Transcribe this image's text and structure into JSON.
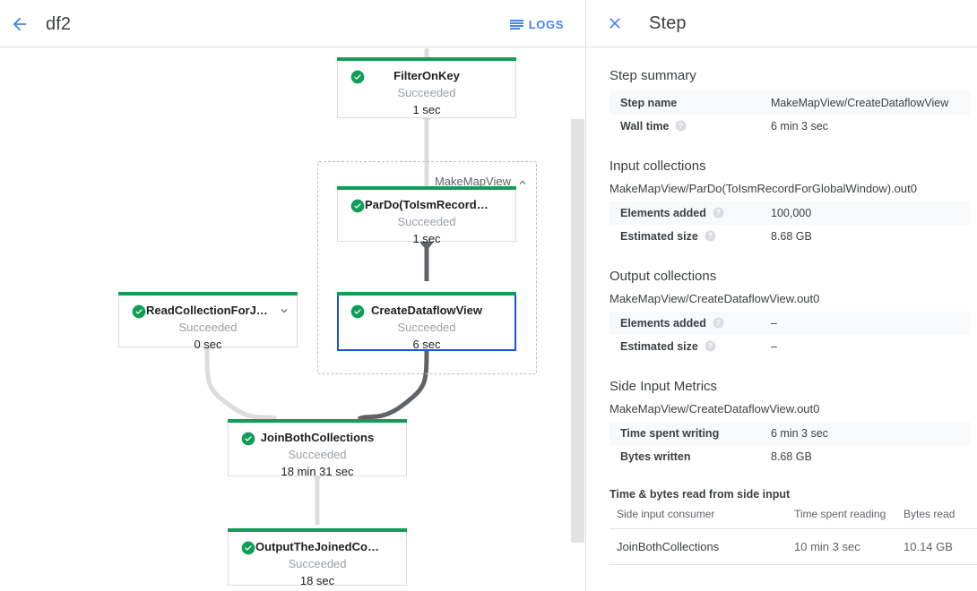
{
  "left": {
    "back_icon": "arrow-left-icon",
    "job_name": "df2",
    "logs_icon": "logs-list-icon",
    "logs_label": "LOGS",
    "composite": {
      "label": "MakeMapView",
      "chevron_icon": "chevron-up-icon"
    },
    "nodes": [
      {
        "id": "filter-on-key",
        "name": "FilterOnKey",
        "status": "Succeeded",
        "time": "1 sec",
        "status_icon": "check-circle-icon",
        "selected": false,
        "has_chevron": false
      },
      {
        "id": "pardo-to-ism-record",
        "name": "ParDo(ToIsmRecordFor…",
        "status": "Succeeded",
        "time": "1 sec",
        "status_icon": "check-circle-icon",
        "selected": false,
        "has_chevron": false
      },
      {
        "id": "create-dataflow-view",
        "name": "CreateDataflowView",
        "status": "Succeeded",
        "time": "6 sec",
        "status_icon": "check-circle-icon",
        "selected": true,
        "has_chevron": false
      },
      {
        "id": "read-collection-for-join",
        "name": "ReadCollectionForJoin",
        "status": "Succeeded",
        "time": "0 sec",
        "status_icon": "check-circle-icon",
        "selected": false,
        "has_chevron": true,
        "chevron_icon": "chevron-down-icon"
      },
      {
        "id": "join-both-collections",
        "name": "JoinBothCollections",
        "status": "Succeeded",
        "time": "18 min 31 sec",
        "status_icon": "check-circle-icon",
        "selected": false,
        "has_chevron": false
      },
      {
        "id": "output-the-joined-collection",
        "name": "OutputTheJoinedCollec…",
        "status": "Succeeded",
        "time": "18 sec",
        "status_icon": "check-circle-icon",
        "selected": false,
        "has_chevron": false
      }
    ],
    "colors": {
      "status_bar": "#0f9d58",
      "selected_border": "#1a56d6",
      "edge_light": "#dadce0",
      "edge_dark": "#5f6368",
      "accent": "#4285f4"
    }
  },
  "right": {
    "close_icon": "close-x-icon",
    "title": "Step",
    "step_summary": {
      "title": "Step summary",
      "rows": [
        {
          "key": "Step name",
          "value": "MakeMapView/CreateDataflowView",
          "help": false
        },
        {
          "key": "Wall time",
          "value": "6 min 3 sec",
          "help": true
        }
      ]
    },
    "input_collections": {
      "title": "Input collections",
      "collection": "MakeMapView/ParDo(ToIsmRecordForGlobalWindow).out0",
      "rows": [
        {
          "key": "Elements added",
          "value": "100,000",
          "help": true
        },
        {
          "key": "Estimated size",
          "value": "8.68 GB",
          "help": true
        }
      ]
    },
    "output_collections": {
      "title": "Output collections",
      "collection": "MakeMapView/CreateDataflowView.out0",
      "rows": [
        {
          "key": "Elements added",
          "value": "–",
          "help": true
        },
        {
          "key": "Estimated size",
          "value": "–",
          "help": true
        }
      ]
    },
    "side_input_metrics": {
      "title": "Side Input Metrics",
      "collection": "MakeMapView/CreateDataflowView.out0",
      "rows": [
        {
          "key": "Time spent writing",
          "value": "6 min 3 sec",
          "help": false
        },
        {
          "key": "Bytes written",
          "value": "8.68 GB",
          "help": false
        }
      ],
      "sub_head": "Time & bytes read from side input",
      "columns": [
        "Side input consumer",
        "Time spent reading",
        "Bytes read"
      ],
      "table_rows": [
        {
          "consumer": "JoinBothCollections",
          "time": "10 min 3 sec",
          "bytes": "10.14 GB"
        }
      ]
    },
    "help_icon": "help-circle-icon"
  }
}
